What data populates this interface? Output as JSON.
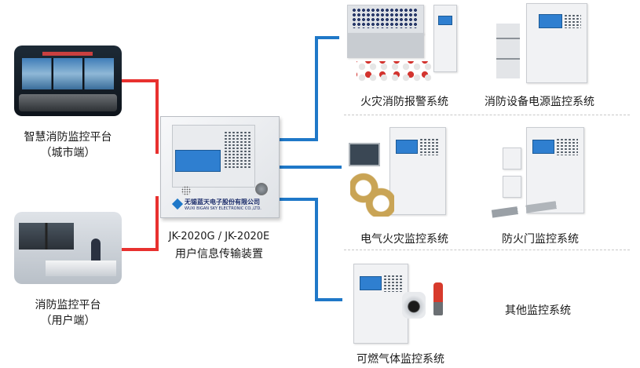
{
  "left_nodes": [
    {
      "name": "智慧消防监控平台",
      "sub": "（城市端）"
    },
    {
      "name": "消防监控平台",
      "sub": "（用户端）"
    }
  ],
  "center_device": {
    "model": "JK-2020G / JK-2020E",
    "name": "用户信息传输装置",
    "brand_cn": "无锡蓝天电子股份有限公司",
    "brand_en": "WUXI BIGAN SKY ELECTRONIC CO.,LTD."
  },
  "systems": [
    {
      "label": "火灾消防报警系统"
    },
    {
      "label": "消防设备电源监控系统"
    },
    {
      "label": "电气火灾监控系统"
    },
    {
      "label": "防火门监控系统"
    },
    {
      "label": "可燃气体监控系统"
    },
    {
      "label": "其他监控系统"
    }
  ],
  "colors": {
    "red_link": "#e8312f",
    "blue_link": "#1f78c8",
    "screen": "#2f7fd0"
  }
}
